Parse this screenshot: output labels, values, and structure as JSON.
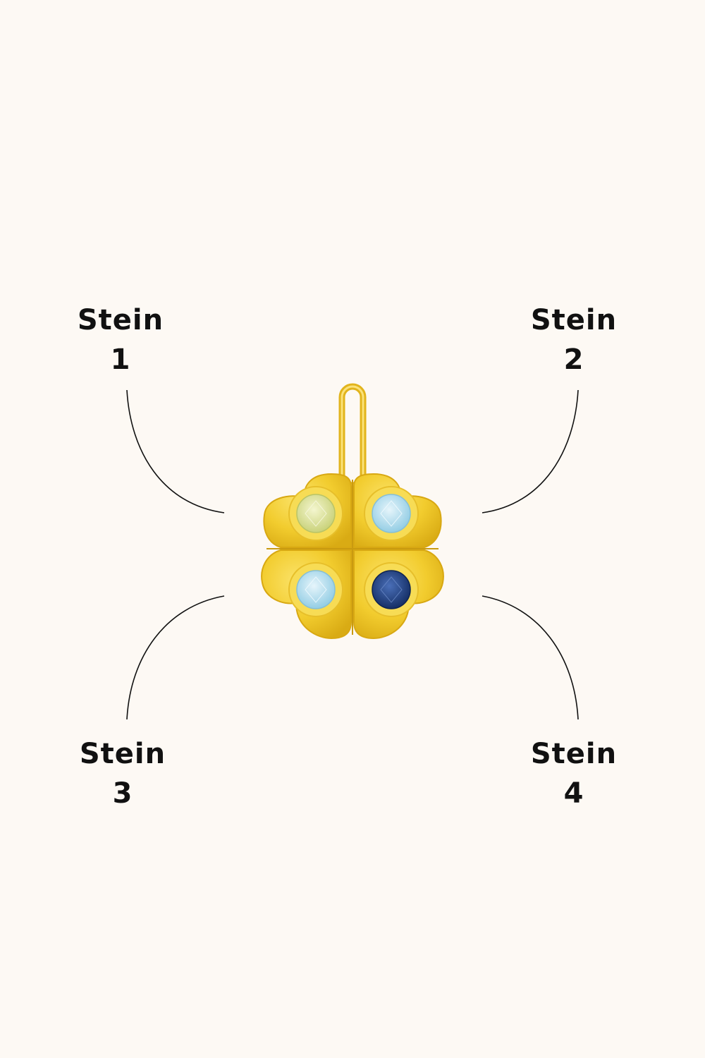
{
  "labels": [
    {
      "word": "Stein",
      "number": "1"
    },
    {
      "word": "Stein",
      "number": "2"
    },
    {
      "word": "Stein",
      "number": "3"
    },
    {
      "word": "Stein",
      "number": "4"
    }
  ],
  "colors": {
    "background": "#fdf9f4",
    "text": "#111111",
    "gold": "#f2cc2e",
    "gold_dark": "#d8a812",
    "stone_1": "#dfe59c",
    "stone_2": "#b9e0ef",
    "stone_3": "#b9e0ef",
    "stone_4": "#1f3f82"
  }
}
